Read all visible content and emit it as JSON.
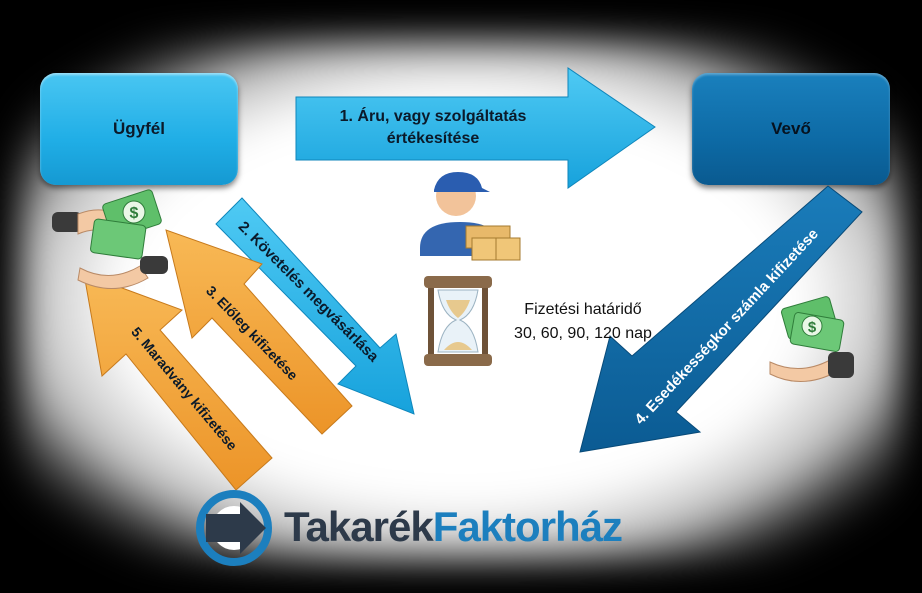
{
  "boxes": {
    "left": "Ügyfél",
    "right": "Vevő"
  },
  "arrows": {
    "step1_line1": "1. Áru, vagy szolgáltatás",
    "step1_line2": "értékesítése",
    "step2": "2. Követelés megvásárlása",
    "step3": "3. Előleg kifizetése",
    "step4": "4. Esedékességkor számla kifizetése",
    "step5": "5. Maradvány kifizetése"
  },
  "note": {
    "line1": "Fizetési határidő",
    "line2": "30, 60, 90, 120 nap"
  },
  "logo": {
    "part1": "Takarék",
    "part2": "Faktorház"
  },
  "colors": {
    "light_blue": "#22b3ea",
    "dark_blue": "#0c66a3",
    "orange": "#f4a53c",
    "logo_blue": "#1c7fbe"
  },
  "icons": [
    "money-handover-icon",
    "delivery-man-icon",
    "hourglass-icon",
    "money-hand-icon",
    "logo-arrow-icon"
  ]
}
